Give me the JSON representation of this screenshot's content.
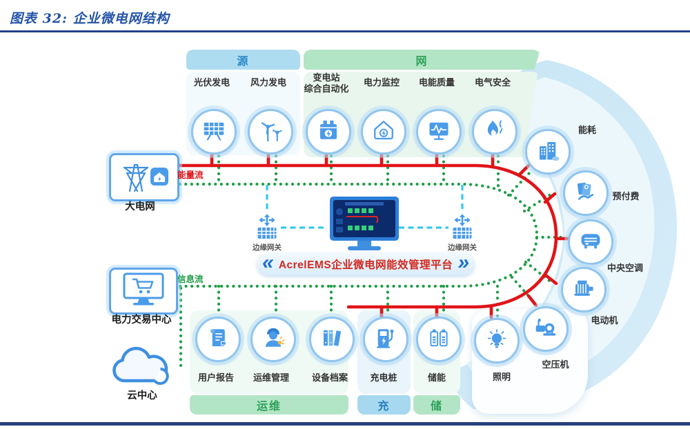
{
  "header": {
    "title": "图表 32: 企业微电网结构"
  },
  "banner": {
    "text": "AcrelEMS企业微电网能效管理平台",
    "left_chevron": "«",
    "right_chevron": "»"
  },
  "flows": {
    "energy_label": "能量流",
    "info_label": "信息流"
  },
  "colors": {
    "energy_flow": "#e01418",
    "info_flow": "#1e9e46",
    "gateway_link": "#35c9ea",
    "accent_blue": "#4a9be8",
    "title_blue": "#2353a8",
    "navy_rule": "#223f8e",
    "banner_text": "#d3281e",
    "source_header_bg": "#addcf1",
    "grid_header_bg": "#b2e5c5"
  },
  "sections": {
    "source": {
      "title": "源",
      "items": [
        {
          "label": "光伏发电",
          "icon": "solar-panel-icon"
        },
        {
          "label": "风力发电",
          "icon": "wind-turbine-icon"
        }
      ]
    },
    "grid": {
      "title": "网",
      "items": [
        {
          "label": "变电站综合自动化",
          "l1": "变电站",
          "l2": "综合自动化",
          "icon": "substation-icon"
        },
        {
          "label": "电力监控",
          "icon": "power-monitor-icon"
        },
        {
          "label": "电能质量",
          "icon": "power-quality-icon"
        },
        {
          "label": "电气安全",
          "icon": "electric-safety-icon"
        }
      ]
    },
    "operation": {
      "title": "运维",
      "items": [
        {
          "label": "用户报告",
          "icon": "report-icon"
        },
        {
          "label": "运维管理",
          "icon": "maintenance-worker-icon"
        },
        {
          "label": "设备档案",
          "icon": "archive-books-icon"
        }
      ]
    },
    "charging": {
      "title": "充",
      "items": [
        {
          "label": "充电桩",
          "icon": "charging-pile-icon"
        }
      ]
    },
    "storage": {
      "title": "储",
      "items": [
        {
          "label": "储能",
          "icon": "battery-storage-icon"
        }
      ]
    },
    "loads": {
      "items": [
        {
          "label": "能耗",
          "icon": "building-energy-icon"
        },
        {
          "label": "预付费",
          "icon": "prepaid-fee-icon"
        },
        {
          "label": "中央空调",
          "icon": "central-ac-icon"
        },
        {
          "label": "电动机",
          "icon": "motor-icon"
        },
        {
          "label": "空压机",
          "icon": "air-compressor-icon"
        },
        {
          "label": "照明",
          "icon": "lighting-icon"
        }
      ]
    }
  },
  "nodes": {
    "big_grid": {
      "label": "大电网",
      "icon": "power-tower-icon"
    },
    "trading_center": {
      "label": "电力交易中心",
      "icon": "trade-monitor-icon"
    },
    "cloud_center": {
      "label": "云中心",
      "icon": "cloud-icon"
    },
    "gateway_left": {
      "label": "边缘网关",
      "icon": "edge-gateway-icon"
    },
    "gateway_right": {
      "label": "边缘网关",
      "icon": "edge-gateway-icon"
    },
    "platform_screen": {
      "icon": "dashboard-monitor-icon"
    }
  }
}
